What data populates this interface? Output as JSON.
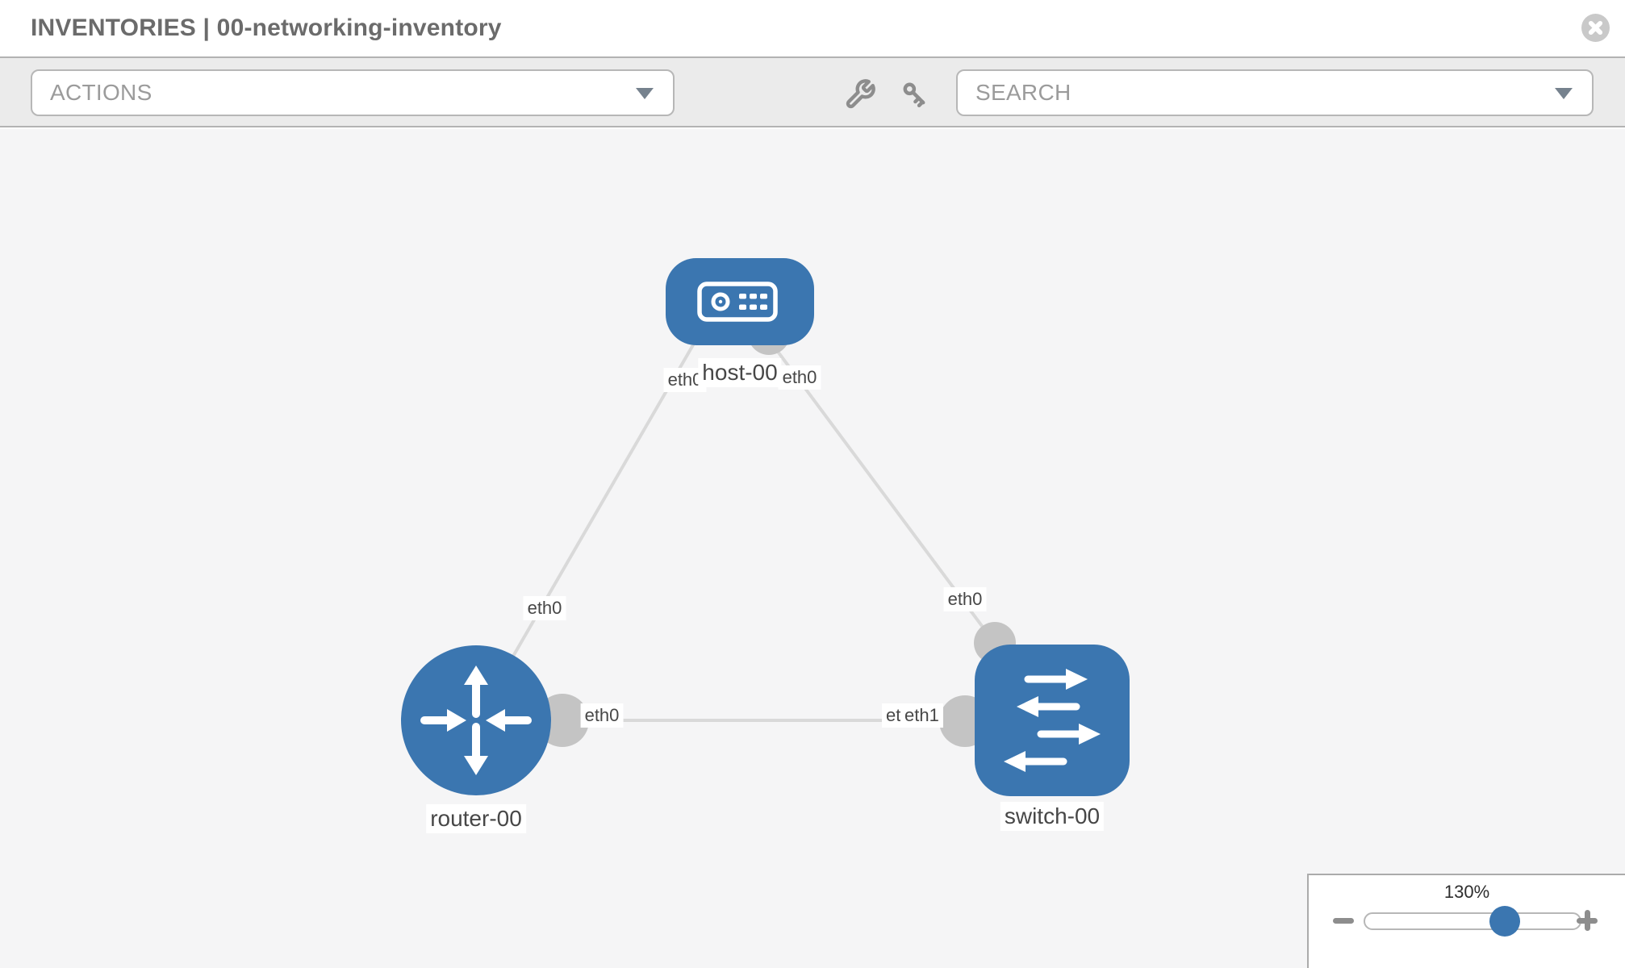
{
  "header": {
    "title": "INVENTORIES | 00-networking-inventory"
  },
  "toolbar": {
    "actions_label": "ACTIONS",
    "search_label": "SEARCH",
    "icons": [
      "wrench-icon",
      "key-icon"
    ]
  },
  "graph": {
    "nodes": {
      "host": {
        "label": "host-00",
        "type": "host",
        "icon": "host-device-icon"
      },
      "router": {
        "label": "router-00",
        "type": "router",
        "icon": "router-arrows-icon"
      },
      "switch": {
        "label": "switch-00",
        "type": "switch",
        "icon": "switch-arrows-icon"
      }
    },
    "links": [
      {
        "from": "host-00",
        "to": "router-00",
        "from_interface": "eth0",
        "to_interface": "eth0"
      },
      {
        "from": "host-00",
        "to": "switch-00",
        "from_interface": "eth0",
        "to_interface": "eth0"
      },
      {
        "from": "router-00",
        "to": "switch-00",
        "from_interface": "eth0",
        "to_interface": "eth1"
      }
    ],
    "interfaces": {
      "host_left": "eth0",
      "host_right": "eth0",
      "mid_left": "eth0",
      "mid_right": "eth0",
      "router_right": "eth0",
      "switch_under": "eth0",
      "switch_over": "eth1"
    }
  },
  "zoom_control": {
    "level": "130%",
    "minus_icon": "minus-icon",
    "plus_icon": "plus-icon"
  },
  "colors": {
    "node_blue": "#3b76b0",
    "link_gray": "#d9d9d9",
    "interface_dot_gray": "#c4c4c4",
    "toolbar_gray": "#ebebeb",
    "canvas_gray": "#f5f5f6",
    "title_gray": "#6b6b6b"
  }
}
